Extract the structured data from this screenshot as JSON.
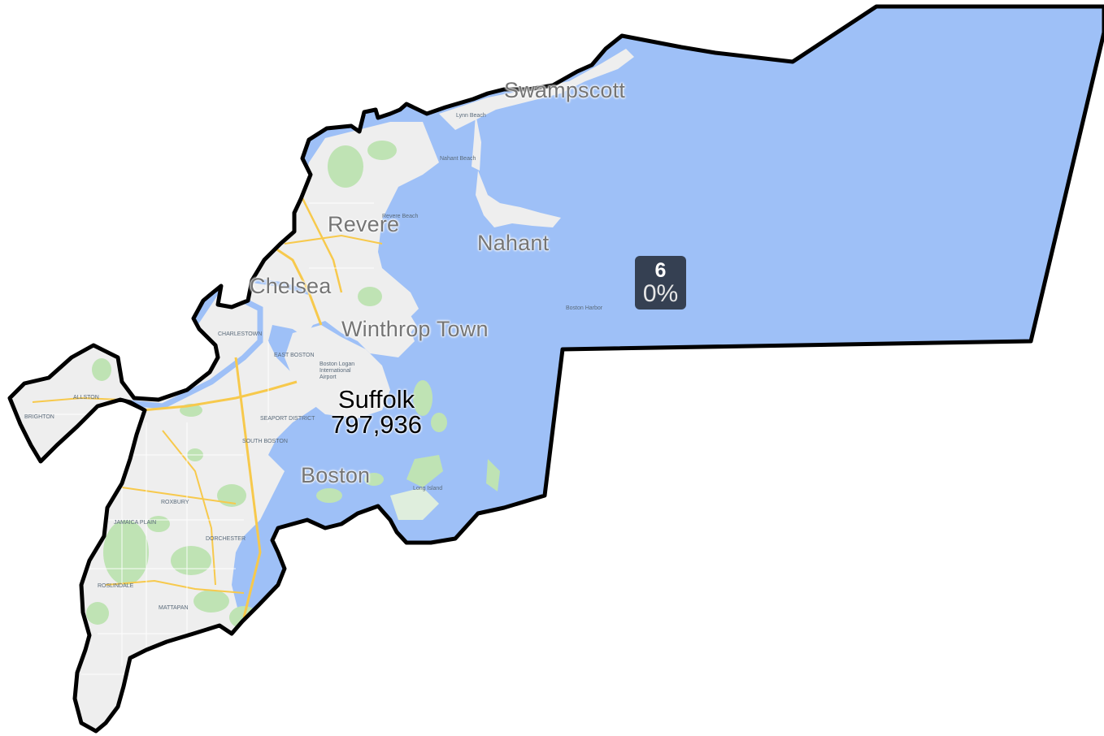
{
  "county": {
    "name": "Suffolk",
    "population": "797,936"
  },
  "district_badge": {
    "number": "6",
    "percent": "0%"
  },
  "towns": {
    "swampscott": "Swampscott",
    "revere": "Revere",
    "nahant": "Nahant",
    "chelsea": "Chelsea",
    "winthrop": "Winthrop Town",
    "boston": "Boston"
  },
  "poi": {
    "lynn_beach": "Lynn Beach",
    "nahant_beach": "Nahant Beach",
    "revere_beach": "Revere Beach",
    "logan_airport": "Boston Logan International Airport",
    "charlestown": "CHARLESTOWN",
    "south_boston": "SOUTH BOSTON",
    "dorchester": "DORCHESTER",
    "roxbury": "ROXBURY",
    "jamaica_plain": "JAMAICA PLAIN",
    "long_island": "Long Island",
    "boston_harbor": "Boston Harbor",
    "east_boston": "EAST BOSTON",
    "seaport": "SEAPORT DISTRICT",
    "mattapan": "MATTAPAN",
    "roslindale": "ROSLINDALE",
    "allston": "ALLSTON",
    "brighton": "BRIGHTON"
  },
  "colors": {
    "water": "#9ec0f7",
    "district_fill": "#9ec0f7",
    "land": "#eeeeee",
    "park": "#bfe3b4",
    "highway": "#f7c94c",
    "border": "#000000",
    "badge": "#354052"
  }
}
